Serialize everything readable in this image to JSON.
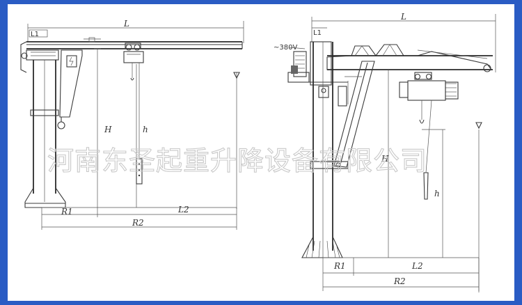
{
  "labels": {
    "L_left": "L",
    "L1_left": "L1",
    "H_left": "H",
    "h_left": "h",
    "R1_left": "R1",
    "R2_left": "R2",
    "L2_left": "L2",
    "L_right": "L",
    "L1_right": "L1",
    "voltage_right": "~380V",
    "H_right": "H",
    "h_right": "h",
    "R1_right": "R1",
    "L2_right": "L2",
    "R2_right": "R2"
  },
  "watermark": "河南东圣起重升降设备有限公司",
  "colors": {
    "frame": "#2a5cc4",
    "panel": "#ffffff",
    "line": "#3a3a3a",
    "watermark": "#c9c9c9"
  }
}
